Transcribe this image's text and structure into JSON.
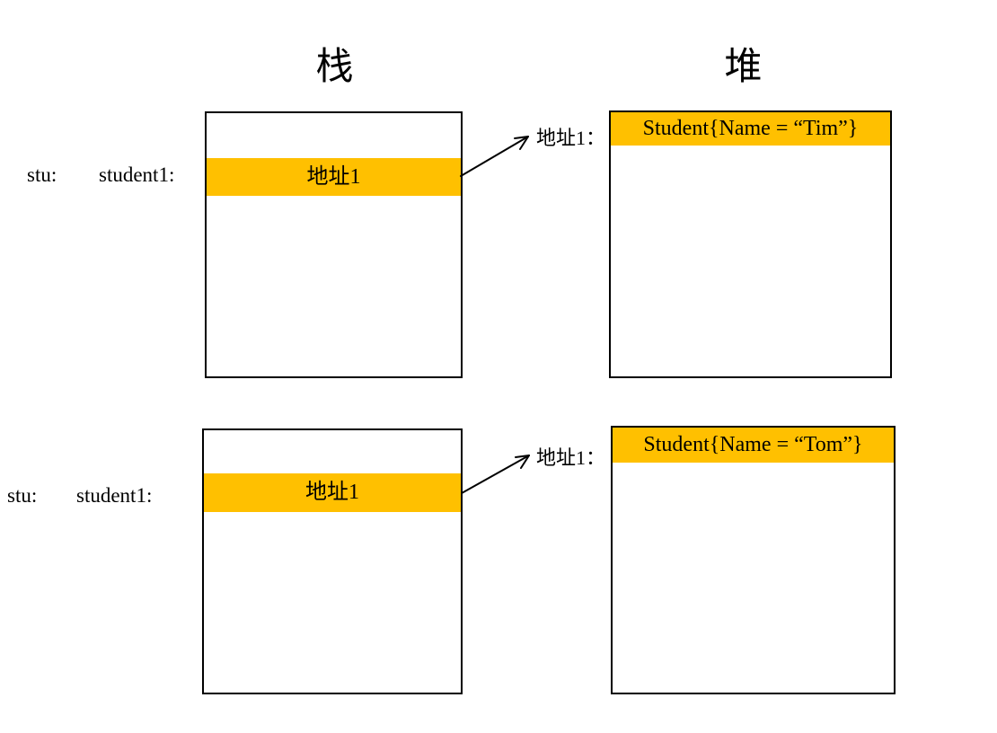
{
  "titles": {
    "stack": "栈",
    "heap": "堆"
  },
  "colors": {
    "highlight": "#FFC000",
    "border": "#000000",
    "background": "#ffffff"
  },
  "rows": [
    {
      "stu_label": "stu:",
      "variable_label": "student1:",
      "stack_cell": "地址1",
      "pointer_label": "地址1：",
      "heap_header": "Student{Name = “Tim”}"
    },
    {
      "stu_label": "stu:",
      "variable_label": "student1:",
      "stack_cell": "地址1",
      "pointer_label": "地址1：",
      "heap_header": "Student{Name = “Tom”}"
    }
  ]
}
